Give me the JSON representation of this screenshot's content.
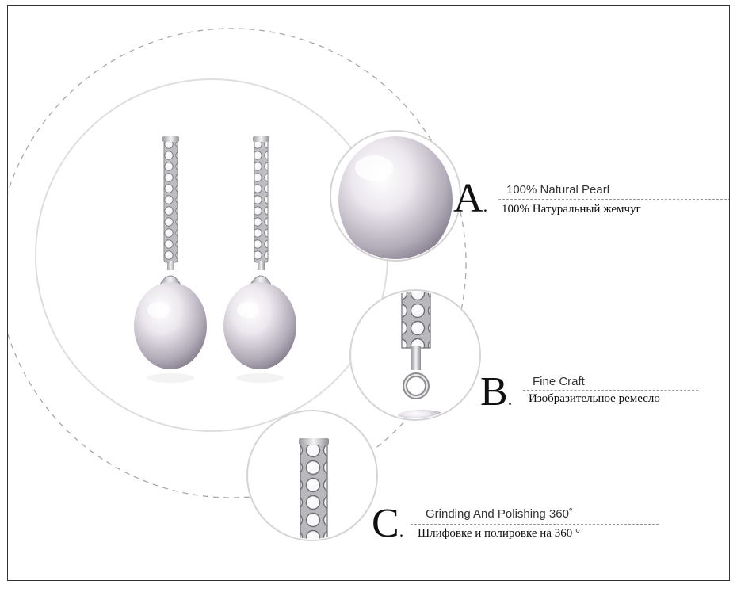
{
  "features": [
    {
      "letter": "A",
      "english": "100% Natural Pearl",
      "russian": "100% Натуральный жемчуг",
      "detail_icon": "pearl-closeup-icon"
    },
    {
      "letter": "B",
      "english": "Fine Craft",
      "russian": "Изобразительное ремесло",
      "detail_icon": "bail-closeup-icon"
    },
    {
      "letter": "C",
      "english": "Grinding And Polishing 360˚",
      "russian": "Шлифовке и полировке на 360 °",
      "detail_icon": "zircon-bar-closeup-icon"
    }
  ],
  "colors": {
    "pearl": "#e9e6ea",
    "pearl_shade": "#8f8898",
    "silver": "#c9c9cc",
    "circle_line": "#dcdcdc",
    "dashed_line": "#a0a0a0",
    "text": "#111111"
  },
  "icons": {
    "main_product": "pearl-earrings-icon"
  }
}
